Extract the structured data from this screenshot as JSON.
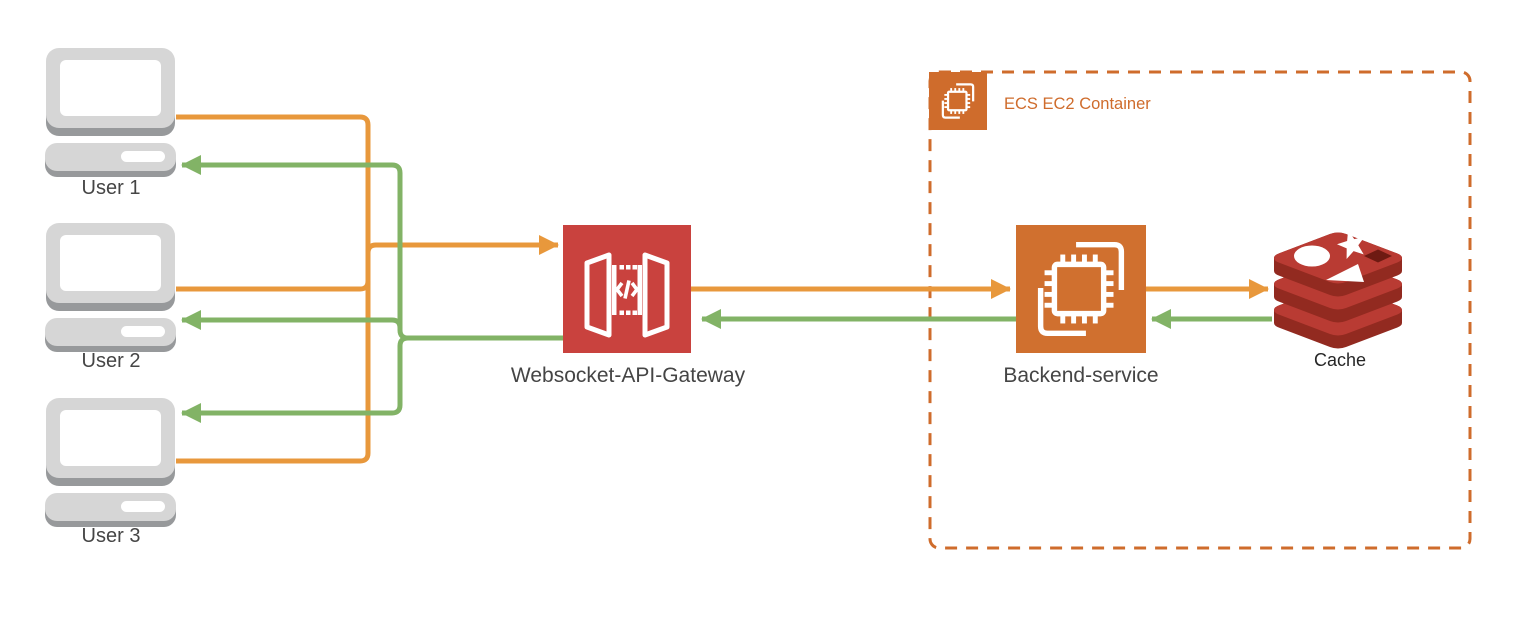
{
  "diagram": {
    "users": [
      {
        "label": "User 1"
      },
      {
        "label": "User 2"
      },
      {
        "label": "User 3"
      }
    ],
    "gateway": {
      "label": "Websocket-API-Gateway"
    },
    "container": {
      "label": "ECS EC2 Container"
    },
    "backend": {
      "label": "Backend-service"
    },
    "cache": {
      "label": "Cache"
    },
    "colors": {
      "request_arrow": "#E8983C",
      "response_arrow": "#82B366",
      "gateway_fill": "#C9423E",
      "backend_fill": "#D0702F",
      "container_accent": "#CF6C2C",
      "cache_red": "#B93B33",
      "cache_red_dark": "#922A20",
      "laptop_gray": "#D6D6D6",
      "laptop_shadow": "#97999B",
      "label_color": "#454545"
    },
    "edges": [
      {
        "from": "User 1",
        "to": "Websocket-API-Gateway",
        "type": "request"
      },
      {
        "from": "User 2",
        "to": "Websocket-API-Gateway",
        "type": "request"
      },
      {
        "from": "User 3",
        "to": "Websocket-API-Gateway",
        "type": "request"
      },
      {
        "from": "Websocket-API-Gateway",
        "to": "User 1",
        "type": "response"
      },
      {
        "from": "Websocket-API-Gateway",
        "to": "User 2",
        "type": "response"
      },
      {
        "from": "Websocket-API-Gateway",
        "to": "User 3",
        "type": "response"
      },
      {
        "from": "Websocket-API-Gateway",
        "to": "Backend-service",
        "type": "request"
      },
      {
        "from": "Backend-service",
        "to": "Websocket-API-Gateway",
        "type": "response"
      },
      {
        "from": "Backend-service",
        "to": "Cache",
        "type": "request"
      },
      {
        "from": "Cache",
        "to": "Backend-service",
        "type": "response"
      }
    ]
  }
}
